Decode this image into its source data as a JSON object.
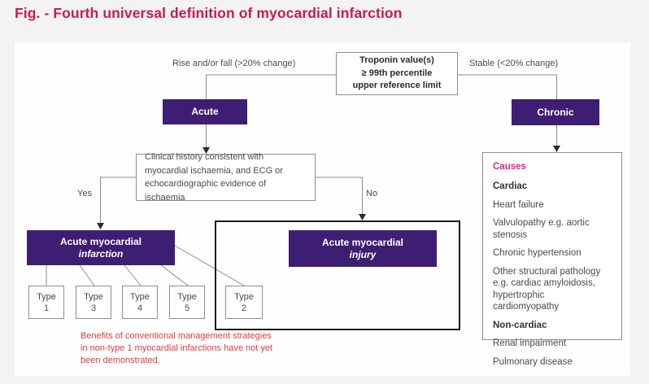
{
  "title": "Fig. - Fourth universal definition of myocardial infarction",
  "colors": {
    "title_pink": "#c91a54",
    "accent_purple": "#3d1e72",
    "causes_heading_pink": "#e8227f",
    "note_red": "#e23b3d",
    "line_gray": "#8c8c8c"
  },
  "flow": {
    "troponin_lines": [
      "Troponin value(s)",
      "≥ 99th percentile",
      "upper reference limit"
    ],
    "rise_label": "Rise and/or fall (>20% change)",
    "stable_label": "Stable (<20% change)",
    "acute_label": "Acute",
    "chronic_label": "Chronic",
    "clinical_text": "Clinical history consistent with myocardial ischaemia, and ECG or echocardiographic evidence of ischaemia",
    "yes_label": "Yes",
    "no_label": "No",
    "infarction": {
      "line1": "Acute myocardial",
      "line2": "infarction"
    },
    "injury": {
      "line1": "Acute myocardial",
      "line2": "injury"
    },
    "types": [
      {
        "label": "Type",
        "number": "1"
      },
      {
        "label": "Type",
        "number": "3"
      },
      {
        "label": "Type",
        "number": "4"
      },
      {
        "label": "Type",
        "number": "5"
      },
      {
        "label": "Type",
        "number": "2"
      }
    ],
    "note_lines": [
      "Benefits of conventional management strategies",
      "in non-type 1 myocardial infarctions have not yet",
      "been demonstrated."
    ]
  },
  "causes_panel": {
    "heading": "Causes",
    "items": [
      {
        "text": "Cardiac",
        "style": "bold"
      },
      {
        "text": "Heart failure",
        "style": "normal"
      },
      {
        "text": "Valvulopathy e.g. aortic stenosis",
        "style": "normal"
      },
      {
        "text": "Chronic hypertension",
        "style": "normal"
      },
      {
        "text": "Other structural pathology e.g. cardiac amyloidosis, hypertrophic cardiomyopathy",
        "style": "normal"
      },
      {
        "text": "Non-cardiac",
        "style": "bold"
      },
      {
        "text": "Renal impairment",
        "style": "normal"
      },
      {
        "text": "Pulmonary disease",
        "style": "normal"
      }
    ]
  }
}
